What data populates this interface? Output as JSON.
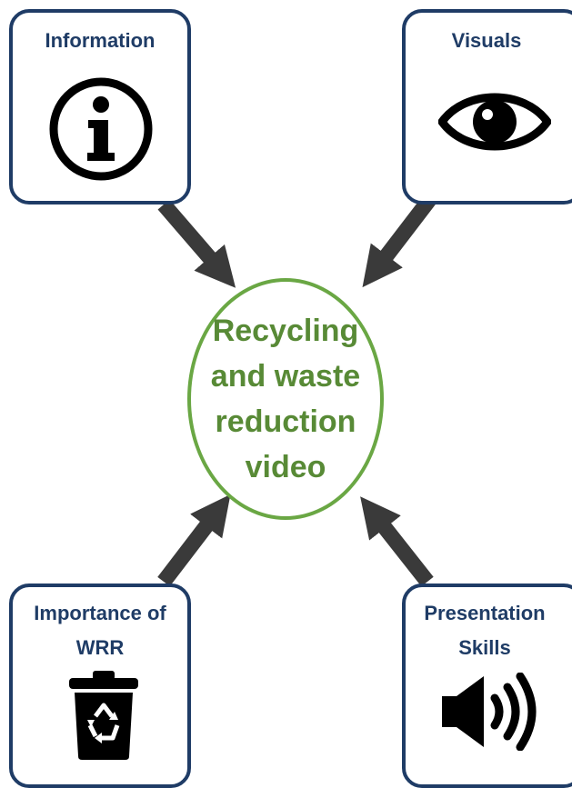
{
  "center": {
    "label": "Recycling and waste reduction video"
  },
  "nodes": {
    "information": {
      "title": "Information",
      "icon": "info-icon"
    },
    "visuals": {
      "title": "Visuals",
      "icon": "eye-icon"
    },
    "importance": {
      "title": "Importance of WRR",
      "icon": "recycle-bin-icon"
    },
    "presentation": {
      "title": "Presentation Skills",
      "icon": "speaker-icon"
    }
  },
  "colors": {
    "box_border": "#1f3c66",
    "title_text": "#1f3c66",
    "center_border": "#6aa744",
    "center_text": "#588a36",
    "arrow": "#3a3a3a"
  }
}
